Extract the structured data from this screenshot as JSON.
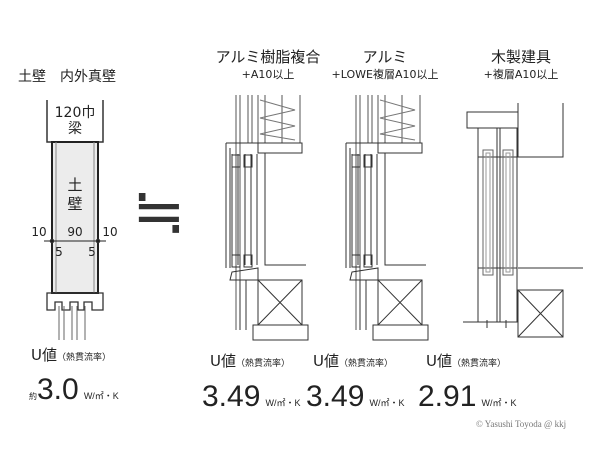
{
  "left": {
    "title": "土壁　内外真壁",
    "beam_label_1": "120巾",
    "beam_label_2": "梁",
    "wall_label_1": "土",
    "wall_label_2": "壁",
    "dim_left": "10",
    "dim_center": "90",
    "dim_right": "10",
    "dim_inner_left": "5",
    "dim_inner_right": "5",
    "u_label": "U値",
    "u_sub": "（熱貫流率）",
    "prefix": "約",
    "value": "3.0",
    "unit": "W/㎡・K"
  },
  "approx_symbol": "≒",
  "windows": [
    {
      "title": "アルミ樹脂複合",
      "subtitle": "+A10以上",
      "u_label": "U値",
      "u_sub": "（熱貫流率）",
      "value": "3.49",
      "unit": "W/㎡・K"
    },
    {
      "title": "アルミ",
      "subtitle": "+LOWE複層A10以上",
      "u_label": "U値",
      "u_sub": "（熱貫流率）",
      "value": "3.49",
      "unit": "W/㎡・K"
    },
    {
      "title": "木製建具",
      "subtitle": "+複層A10以上",
      "u_label": "U値",
      "u_sub": "（熱貫流率）",
      "value": "2.91",
      "unit": "W/㎡・K"
    }
  ],
  "copyright": "© Yasushi Toyoda @ kkj"
}
